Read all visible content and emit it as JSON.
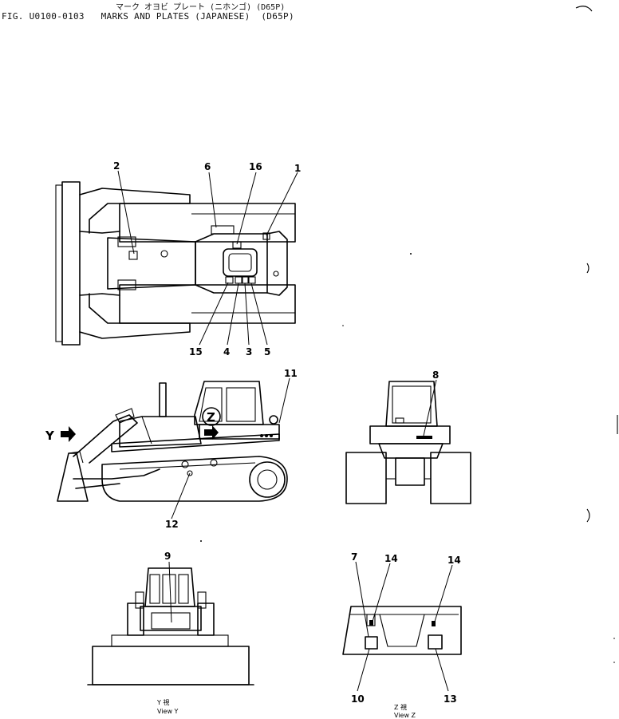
{
  "header": {
    "japanese_title": "マーク オヨビ プレート (ニホンゴ) (D65P)",
    "figure_title": "FIG. U0100-0103   MARKS AND PLATES (JAPANESE)  (D65P)"
  },
  "arrows": {
    "y_label": "Y",
    "z_label": "Z"
  },
  "views": {
    "view_y": {
      "jp": "Y 視",
      "en": "View Y"
    },
    "view_z": {
      "jp": "Z 視",
      "en": "View Z"
    }
  },
  "callouts": {
    "c1": "1",
    "c2": "2",
    "c3": "3",
    "c4": "4",
    "c5": "5",
    "c6": "6",
    "c7": "7",
    "c8": "8",
    "c9": "9",
    "c10": "10",
    "c11": "11",
    "c12": "12",
    "c13": "13",
    "c14a": "14",
    "c14b": "14",
    "c15": "15",
    "c16": "16"
  }
}
